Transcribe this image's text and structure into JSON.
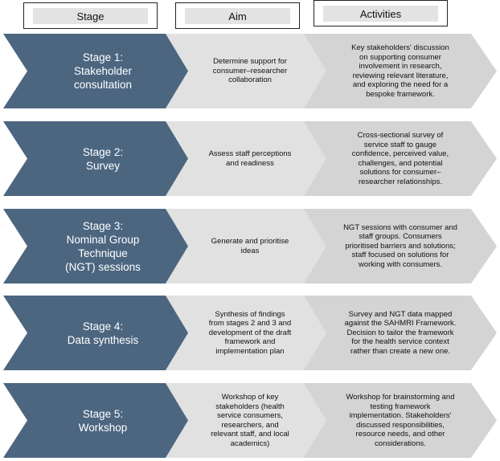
{
  "headers": {
    "stage": "Stage",
    "aim": "Aim",
    "activities": "Activities"
  },
  "colors": {
    "stage_fill": "#4c6680",
    "aim_fill": "#e1e1e1",
    "activities_fill": "#d4d4d4"
  },
  "rows": [
    {
      "stage": "Stage 1:\nStakeholder\nconsultation",
      "aim": "Determine support for\nconsumer–researcher\ncollaboration",
      "activities": "Key stakeholders' discussion\non supporting consumer\ninvolvement in research,\nreviewing relevant literature,\nand exploring the need for a\nbespoke framework."
    },
    {
      "stage": "Stage 2:\nSurvey",
      "aim": "Assess staff perceptions\nand readiness",
      "activities": "Cross-sectional survey of\nservice staff to gauge\nconfidence, perceived value,\nchallenges, and potential\nsolutions for consumer–\nresearcher relationships."
    },
    {
      "stage": "Stage 3:\nNominal Group\nTechnique\n(NGT) sessions",
      "aim": "Generate and prioritise\nideas",
      "activities": "NGT sessions with consumer and\nstaff groups. Consumers\nprioritised barriers and solutions;\nstaff focused on solutions for\nworking with consumers."
    },
    {
      "stage": "Stage 4:\nData synthesis",
      "aim": "Synthesis of findings\nfrom stages 2 and 3 and\ndevelopment of the draft\nframework and\nimplementation plan",
      "activities": "Survey and NGT data mapped\nagainst the SAHMRI Framework.\nDecision to tailor the framework\nfor the health service context\nrather than create a new one."
    },
    {
      "stage": "Stage 5:\nWorkshop",
      "aim": "Workshop of key\nstakeholders (health\nservice consumers,\nresearchers, and\nrelevant staff, and local\nacademics)",
      "activities": "Workshop for brainstorming and\ntesting framework\nimplementation. Stakeholders'\ndiscussed responsibilities,\nresource needs, and other\nconsiderations."
    }
  ]
}
